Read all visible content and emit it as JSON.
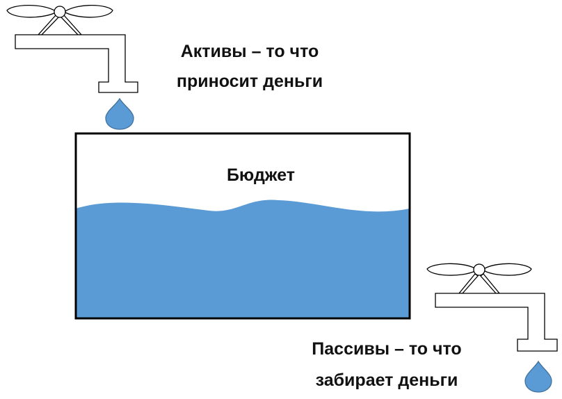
{
  "labels": {
    "assets_line1": "Активы – то что",
    "assets_line2": "приносит деньги",
    "budget": "Бюджет",
    "liabilities_line1": "Пассивы – то что",
    "liabilities_line2": "забирает деньги"
  },
  "colors": {
    "water": "#5b9bd5",
    "outline": "#000000",
    "drop_stroke": "#41719c"
  },
  "icons": {
    "top_faucet": "faucet-icon",
    "bottom_faucet": "faucet-icon",
    "top_drop": "water-drop-icon",
    "bottom_drop": "water-drop-icon"
  }
}
